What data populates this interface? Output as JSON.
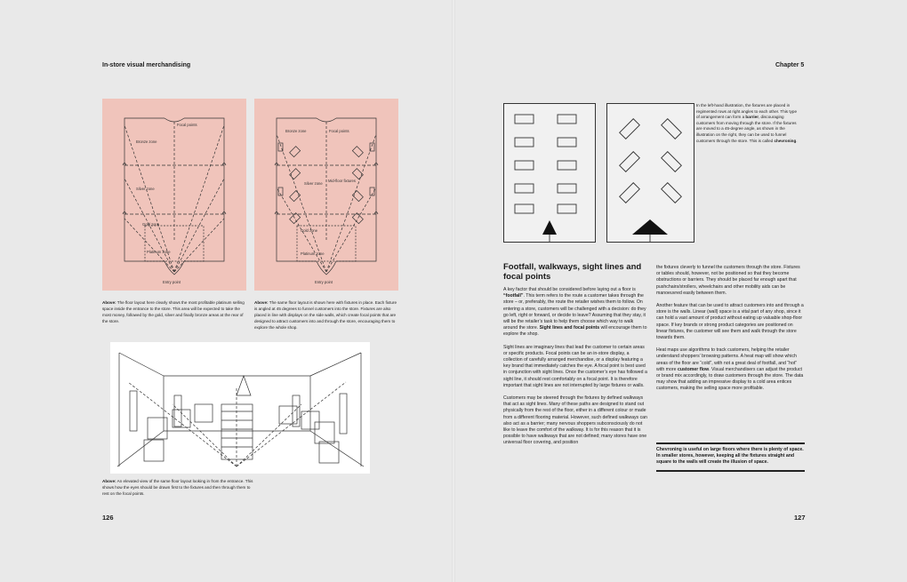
{
  "left_page": {
    "running_head": "In-store visual merchandising",
    "folio": "126",
    "diagram1": {
      "labels": {
        "focal": "Focal points",
        "bronze": "Bronze zone",
        "silver": "Silver zone",
        "gold": "Gold zone",
        "platinum": "Platinum zone",
        "entry": "Entry point"
      },
      "caption_lead": "Above:",
      "caption": " The floor layout here clearly shows the most profitable platinum selling space inside the entrance to the store. This area will be expected to take the most money, followed by the gold, silver and finally bronze areas at the rear of the store."
    },
    "diagram2": {
      "labels": {
        "focal": "Focal points",
        "bronze": "Bronze zone",
        "silver": "Silver zone",
        "mid": "Mid-floor fixtures",
        "gold": "Gold zone",
        "platinum": "Platinum zone",
        "entry": "Entry point"
      },
      "caption_lead": "Above:",
      "caption": " The same floor layout is shown here with fixtures in place. Each fixture is angled at 45 degrees to funnel customers into the store. Fixtures are also placed in line with displays on the side walls, which create focal points that are designed to attract customers into and through the store, encouraging them to explore the whole shop."
    },
    "sketch": {
      "caption_lead": "Above:",
      "caption": " An elevated view of the same floor layout looking in from the entrance. This shows how the eyes should be drawn first to the fixtures and then through them to rest on the focal points."
    }
  },
  "right_page": {
    "running_head": "Chapter 5",
    "folio": "127",
    "side_text": {
      "p1": "In the left-hand illustration, the fixtures are placed in regimented rows at right angles to each other. This type of arrangement can form a ",
      "b1": "barrier",
      "p2": ", discouraging customers from moving through the store. If the fixtures are moved to a 45-degree angle, as shown in the illustration on the right, they can be used to funnel customers through the store. This is called ",
      "b2": "chevroning",
      "p3": "."
    },
    "heading": "Footfall, walkways, sight lines and focal points",
    "col1": {
      "para1_a": "A key factor that should be considered before laying out a floor is ",
      "para1_b": "“footfall”",
      "para1_c": ". This term refers to the route a customer takes through the store – or, preferably, the route the retailer wishes them to follow. On entering a store, customers will be challenged with a decision: do they go left, right or forward, or decide to leave? Assuming that they stay, it will be the retailer’s task to help them choose which way to walk around the store. ",
      "para1_d": "Sight lines and focal points",
      "para1_e": " will encourage them to explore the shop.",
      "para2": "Sight lines are imaginary lines that lead the customer to certain areas or specific products. Focal points can be an in-store display, a collection of carefully arranged merchandise, or a display featuring a key brand that immediately catches the eye. A focal point is best used in conjunction with sight lines. Once the customer’s eye has followed a sight line, it should rest comfortably on a focal point. It is therefore important that sight lines are not interrupted by large fixtures or walls.",
      "para3": "Customers may be steered through the fixtures by defined walkways that act as sight lines. Many of these paths are designed to stand out physically from the rest of the floor, either in a different colour or made from a different flooring material. However, such defined walkways can also act as a barrier; many nervous shoppers subconsciously do not like to leave the comfort of the walkway. It is for this reason that it is possible to have walkways that are not defined; many stores have one universal floor covering, and position"
    },
    "col2": {
      "para1": "the fixtures cleverly to funnel the customers through the store. Fixtures or tables should, however, not be positioned so that they become obstructions or barriers. They should be placed far enough apart that pushchairs/strollers, wheelchairs and other mobility aids can be manoeuvred easily between them.",
      "para2": "Another feature that can be used to attract customers into and through a store is the walls. Linear (wall) space is a vital part of any shop, since it can hold a vast amount of product without eating up valuable shop-floor space. If key brands or strong product categories are positioned on linear fixtures, the customer will see them and walk through the store towards them.",
      "para3_a": "Heat maps use algorithms to track customers, helping the retailer understand shoppers’ browsing patterns. A heat map will show which areas of the floor are “cold”, with not a great deal of footfall, and “hot” with more ",
      "para3_b": "customer flow",
      "para3_c": ". Visual merchandisers can adjust the product or brand mix accordingly, to draw customers through the store. The data may show that adding an impressive display to a cold area entices customers, making the selling space more profitable."
    },
    "callout": "Chevroning is useful on large floors where there is plenty of space. In smaller stores, however, keeping all the fixtures straight and square to the walls will create the illusion of space."
  }
}
